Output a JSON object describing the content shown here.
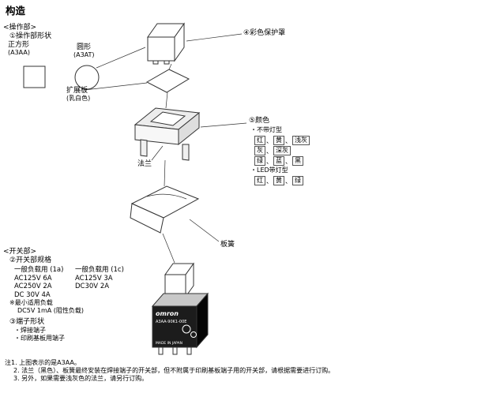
{
  "title": "构造",
  "operation": {
    "header": "<操作部>",
    "shape_item": "①操作部形状",
    "square": "正方形",
    "square_code": "(A3AA)",
    "circle": "圆形",
    "circle_code": "(A3AT)",
    "extension": "扩展板",
    "extension_color": "(乳白色)",
    "flange": "法兰",
    "cover": "④彩色保护罩",
    "spring": "板簧"
  },
  "colors": {
    "header": "⑤颜色",
    "no_lamp": "・不带灯型",
    "led": "・LED带灯型",
    "sep": "、",
    "no_lamp_rows": [
      [
        "红",
        "黄",
        "浅灰"
      ],
      [
        "灰",
        "深灰"
      ],
      [
        "绿",
        "蓝",
        "黑"
      ]
    ],
    "led_row": [
      "红",
      "黄",
      "绿"
    ]
  },
  "switch": {
    "header": "<开关部>",
    "spec_item": "②开关部规格",
    "load1_title": "一般负载用 (1a)",
    "load1": [
      "AC125V 6A",
      "AC250V 2A",
      "DC 30V 4A"
    ],
    "load2_title": "一般负载用 (1c)",
    "load2": [
      "AC125V 3A",
      "DC30V 2A"
    ],
    "min_load": "※最小适用负载",
    "min_load_value": "DC5V 1mA (阻性负载)",
    "terminal_item": "③端子形状",
    "terminals": [
      "・焊接端子",
      "・印刷基板用端子"
    ]
  },
  "body_label": {
    "brand": "omron",
    "model": "A3AA-90K1-00E",
    "origin": "MADE IN JAPAN"
  },
  "notes": [
    "注1. 上图表示的是A3AA。",
    "2. 法兰（黑色）、板簧最终安装在焊接端子的开关部，但不附属于印刷基板端子用的开关部，请根据需要进行订购。",
    "3. 另外，如果需要浅灰色的法兰，请另行订购。"
  ]
}
